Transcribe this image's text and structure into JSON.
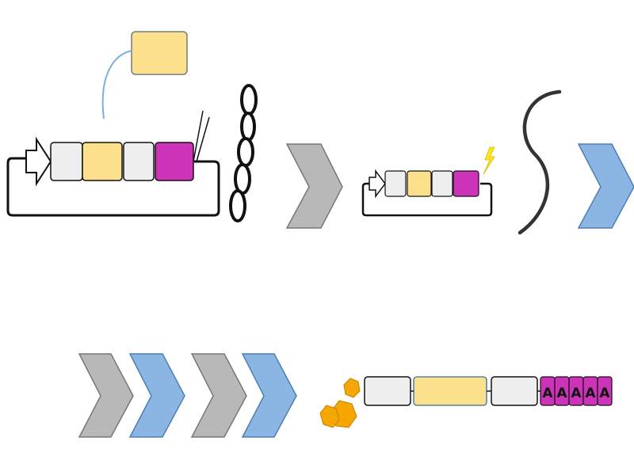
{
  "colors": {
    "gene_grey": "#eeeeee",
    "gene_yellow": "#fde08c",
    "gene_magenta": "#cc33b8",
    "outline": "#111111",
    "arrow_blue_link": "#7ab0dd",
    "lightning": "#ffe817",
    "chevron_grey": "#b8b8b8",
    "chevron_blue": "#8bb6e3",
    "cap_orange": "#f5a600"
  },
  "icons": {
    "transcription_factor": "yellow-box-icon",
    "promoter": "white-arrow-icon",
    "chromatin": "nucleosome-chain-icon",
    "signal": "lightning-icon",
    "mrna_strand": "s-curve-icon",
    "cap": "hexagon-cap-icon"
  },
  "polyA_tail": [
    "A",
    "A",
    "A",
    "A",
    "A"
  ]
}
